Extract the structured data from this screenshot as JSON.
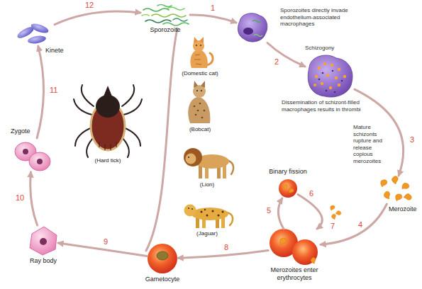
{
  "diagram": {
    "nodes": [
      {
        "text": [
          "Sporozoite"
        ]
      },
      {
        "text": [
          "Sporozoites directly invade endothelium-associated macrophages"
        ]
      },
      {
        "text": [
          "Dissemination of schizont-filled macrophages results in thrombi"
        ]
      },
      {
        "text": [
          "Merozoite"
        ]
      },
      {
        "text": [
          "Merozoites enter erythrocytes"
        ]
      },
      {
        "text": [
          "Binary fission"
        ]
      },
      {
        "text": [
          "Gametocyte"
        ]
      },
      {
        "text": [
          "Ray body"
        ]
      },
      {
        "text": [
          "Zygote"
        ]
      },
      {
        "text": [
          "Kinete"
        ]
      },
      {
        "text": [
          "(Domestic cat)"
        ]
      },
      {
        "text": [
          "(Bobcat)"
        ]
      },
      {
        "text": [
          "(Lion)"
        ]
      },
      {
        "text": [
          "(Jaguar)"
        ]
      },
      {
        "text": [
          "(Hard tick)"
        ]
      }
    ],
    "edges": [
      {
        "from": 0,
        "to": 1,
        "arrow": "to",
        "label": "1"
      },
      {
        "from": 1,
        "to": 2,
        "arrow": "to",
        "label": "2"
      },
      {
        "from": 2,
        "to": 3,
        "arrow": "to",
        "label": "3"
      },
      {
        "from": 3,
        "to": 4,
        "arrow": "to",
        "label": "4"
      },
      {
        "from": 4,
        "to": 5,
        "arrow": "to",
        "label": "5"
      },
      {
        "from": 5,
        "to": 4,
        "arrow": "to",
        "label": "6"
      },
      {
        "from": 4,
        "to": 6,
        "arrow": "to",
        "label": "8"
      },
      {
        "from": 6,
        "to": 7,
        "arrow": "to",
        "label": "9"
      },
      {
        "from": 7,
        "to": 8,
        "arrow": "to",
        "label": "10"
      },
      {
        "from": 8,
        "to": 9,
        "arrow": "to",
        "label": "11"
      },
      {
        "from": 9,
        "to": 0,
        "arrow": "to",
        "label": "12"
      }
    ],
    "labels": [
      "Schizogony",
      "Mature schizonts rupture and release copious merozoites",
      "7"
    ]
  }
}
